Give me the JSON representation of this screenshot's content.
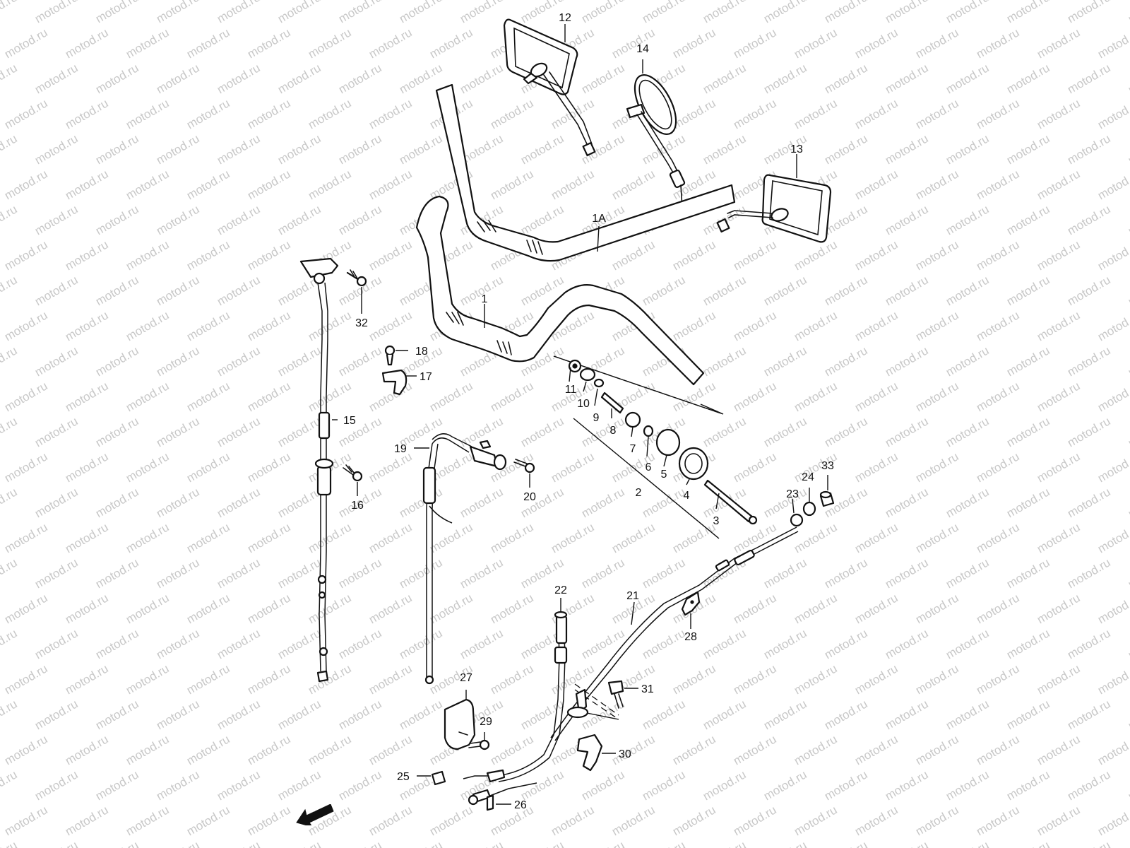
{
  "watermark": {
    "text": "motod.ru",
    "color": "#c8c8c8"
  },
  "direction_badge": {
    "text": "FWD",
    "icon": "forward-arrow-icon"
  },
  "labels": {
    "p1": "1",
    "p1a": "1A",
    "p2": "2",
    "p3": "3",
    "p4": "4",
    "p5": "5",
    "p6": "6",
    "p7": "7",
    "p8": "8",
    "p9": "9",
    "p10": "10",
    "p11": "11",
    "p12": "12",
    "p13": "13",
    "p14": "14",
    "p15": "15",
    "p16": "16",
    "p17": "17",
    "p18": "18",
    "p19": "19",
    "p20": "20",
    "p21": "21",
    "p22": "22",
    "p23": "23",
    "p24": "24",
    "p25": "25",
    "p26": "26",
    "p27": "27",
    "p28": "28",
    "p29": "29",
    "p30": "30",
    "p31": "31",
    "p32": "32",
    "p33": "33"
  }
}
